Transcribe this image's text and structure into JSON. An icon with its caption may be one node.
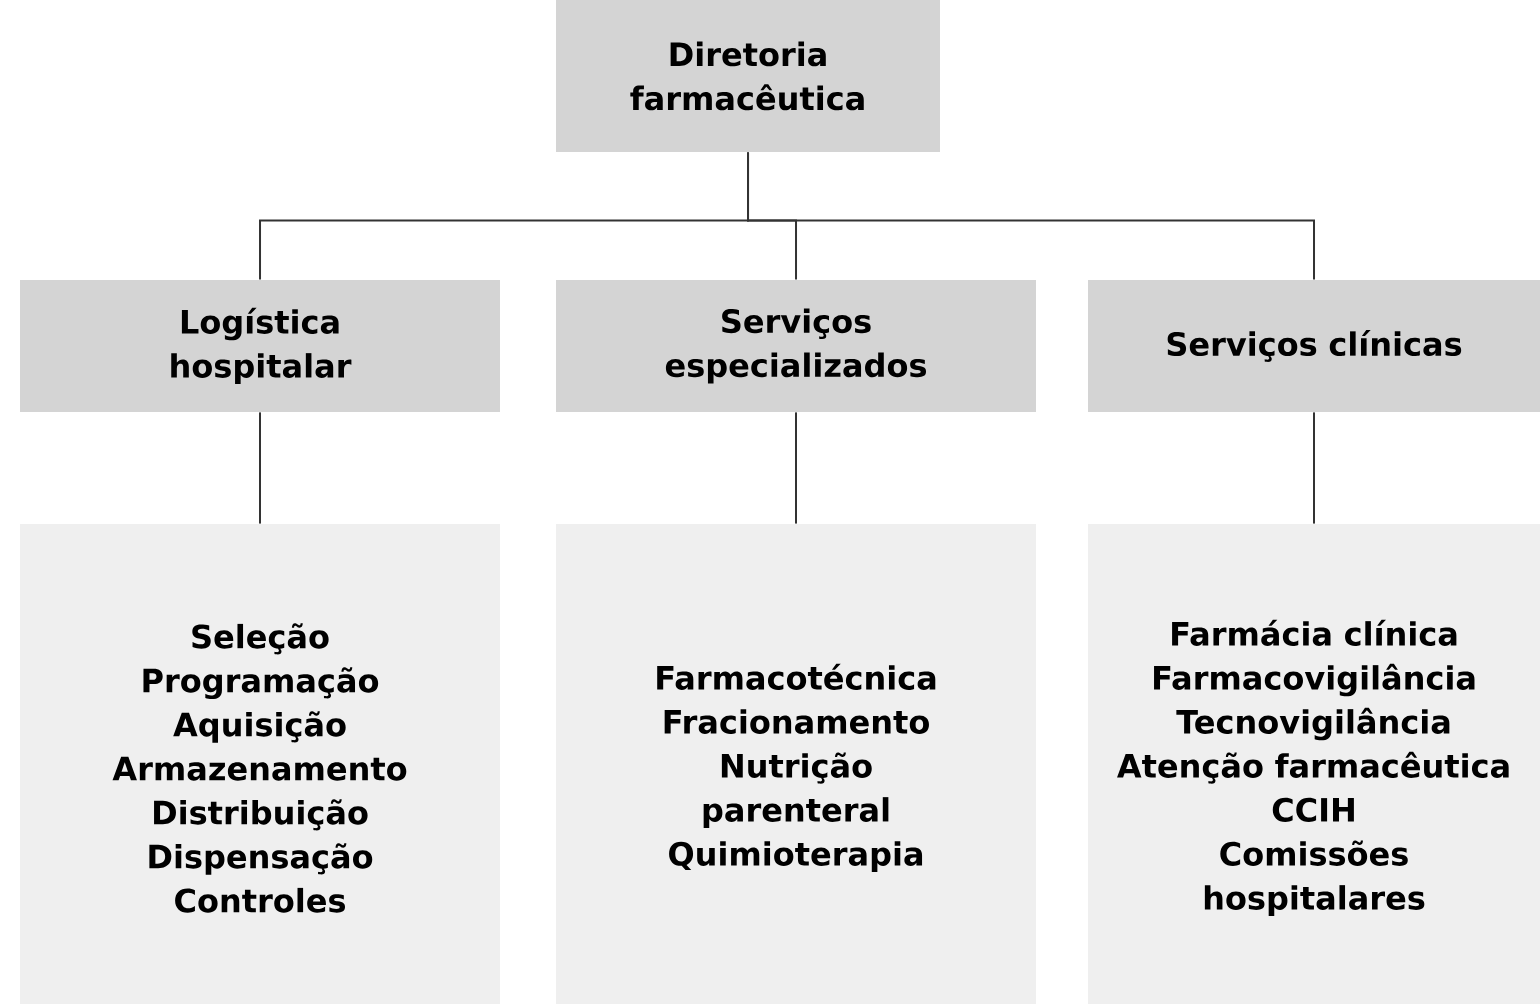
{
  "diagram": {
    "nodes": [
      {
        "text": [
          "Diretoria farmacêutica"
        ]
      },
      {
        "text": [
          "Logística hospitalar"
        ]
      },
      {
        "text": [
          "Serviços especializados"
        ]
      },
      {
        "text": [
          "Serviços clínicas"
        ]
      },
      {
        "text": [
          "Seleção",
          "Programação",
          "Aquisição",
          "Armazenamento",
          "Distribuição",
          "Dispensação",
          "Controles"
        ]
      },
      {
        "text": [
          "Farmacotécnica",
          "Fracionamento",
          "Nutrição parenteral",
          "Quimioterapia"
        ]
      },
      {
        "text": [
          "Farmácia clínica",
          "Farmacovigilância",
          "Tecnovigilância",
          "Atenção farmacêutica",
          "CCIH",
          "Comissões hospitalares"
        ]
      }
    ],
    "edges": [
      {
        "from": 0,
        "to": 1,
        "arrow": "none"
      },
      {
        "from": 0,
        "to": 2,
        "arrow": "none"
      },
      {
        "from": 0,
        "to": 3,
        "arrow": "none"
      },
      {
        "from": 1,
        "to": 4,
        "arrow": "none"
      },
      {
        "from": 2,
        "to": 5,
        "arrow": "none"
      },
      {
        "from": 3,
        "to": 6,
        "arrow": "none"
      }
    ]
  }
}
